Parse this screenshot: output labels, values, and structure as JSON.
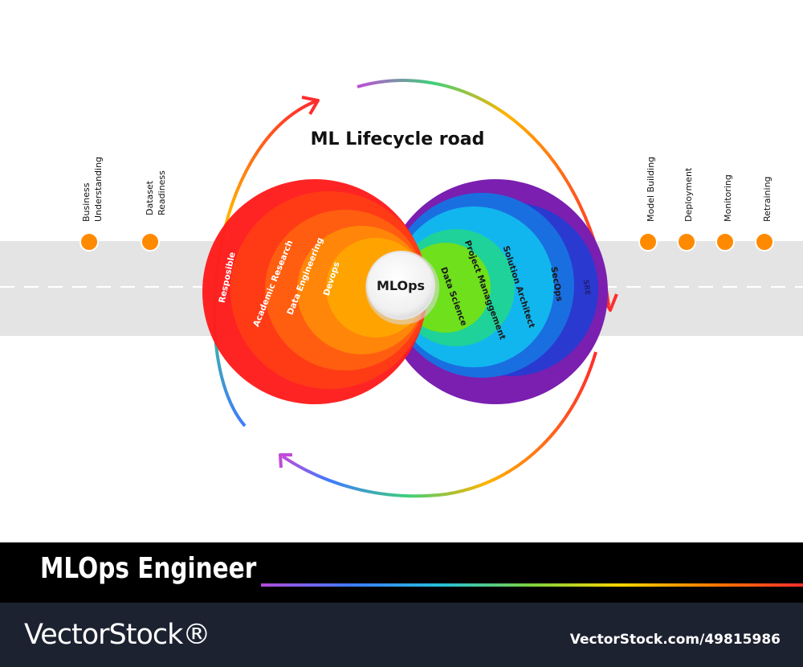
{
  "diagram": {
    "heading": "ML Lifecycle road",
    "center_label": "MLOps",
    "left_milestones": [
      "Business Understanding",
      "Dataset Readiness"
    ],
    "right_milestones": [
      "Model Building",
      "Deployment",
      "Monitoring",
      "Retraining"
    ],
    "left_rings": [
      "Resposible",
      "Academic Research",
      "Data Engineering",
      "Devops"
    ],
    "right_rings": [
      "Data Science",
      "Project Managgement",
      "Solution Architect",
      "SecOps",
      "SRE"
    ]
  },
  "banner": {
    "title": "MLOps Engineer"
  },
  "footer": {
    "brand": "VectorStock®",
    "stock_id": "VectorStock.com/49815986"
  },
  "colors": {
    "road": "#e4e4e4",
    "milestone_dot": "#ff8a00",
    "left_rings": [
      "#ff1b1b",
      "#ff3c17",
      "#ff5d10",
      "#ff8509",
      "#ffa400"
    ],
    "right_rings": [
      "#7a1fb0",
      "#3b3fc9",
      "#1a6fe0",
      "#12b6ee",
      "#24d3a0",
      "#66e01c"
    ]
  }
}
